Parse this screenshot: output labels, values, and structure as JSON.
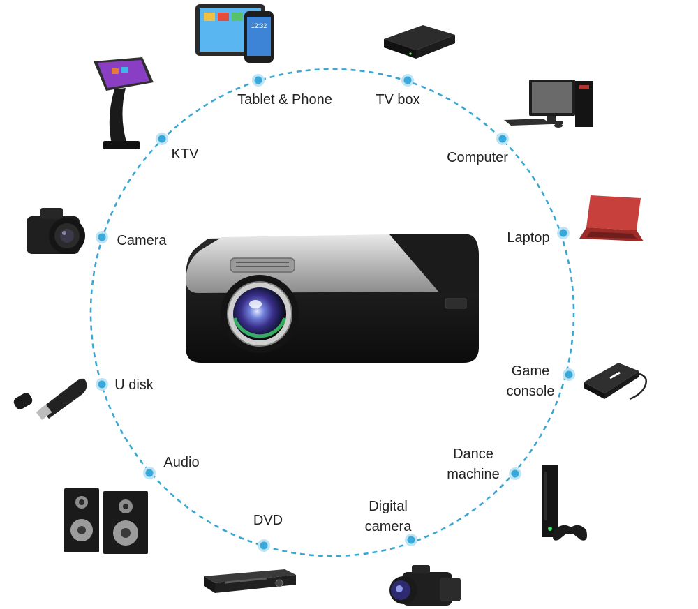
{
  "colors": {
    "ring": "#3aa6d4",
    "dot_outer": "#bfe4f4",
    "dot_inner": "#39a9dc",
    "text": "#222222"
  },
  "center": {
    "name": "projector",
    "icon": "projector-icon"
  },
  "devices": [
    {
      "id": "tablet-phone",
      "lines": [
        "Tablet & Phone"
      ],
      "icon": "tablet-phone-icon"
    },
    {
      "id": "tv-box",
      "lines": [
        "TV box"
      ],
      "icon": "tv-box-icon"
    },
    {
      "id": "computer",
      "lines": [
        "Computer"
      ],
      "icon": "desktop-computer-icon"
    },
    {
      "id": "laptop",
      "lines": [
        "Laptop"
      ],
      "icon": "laptop-icon"
    },
    {
      "id": "game-console",
      "lines": [
        "Game",
        "console"
      ],
      "icon": "game-console-icon"
    },
    {
      "id": "dance-machine",
      "lines": [
        "Dance",
        "machine"
      ],
      "icon": "dance-machine-icon"
    },
    {
      "id": "digital-camera",
      "lines": [
        "Digital",
        "camera"
      ],
      "icon": "video-camera-icon"
    },
    {
      "id": "dvd",
      "lines": [
        "DVD"
      ],
      "icon": "dvd-player-icon"
    },
    {
      "id": "audio",
      "lines": [
        "Audio"
      ],
      "icon": "speakers-icon"
    },
    {
      "id": "u-disk",
      "lines": [
        "U disk"
      ],
      "icon": "usb-drive-icon"
    },
    {
      "id": "camera",
      "lines": [
        "Camera"
      ],
      "icon": "camera-icon"
    },
    {
      "id": "ktv",
      "lines": [
        "KTV"
      ],
      "icon": "ktv-kiosk-icon"
    }
  ]
}
